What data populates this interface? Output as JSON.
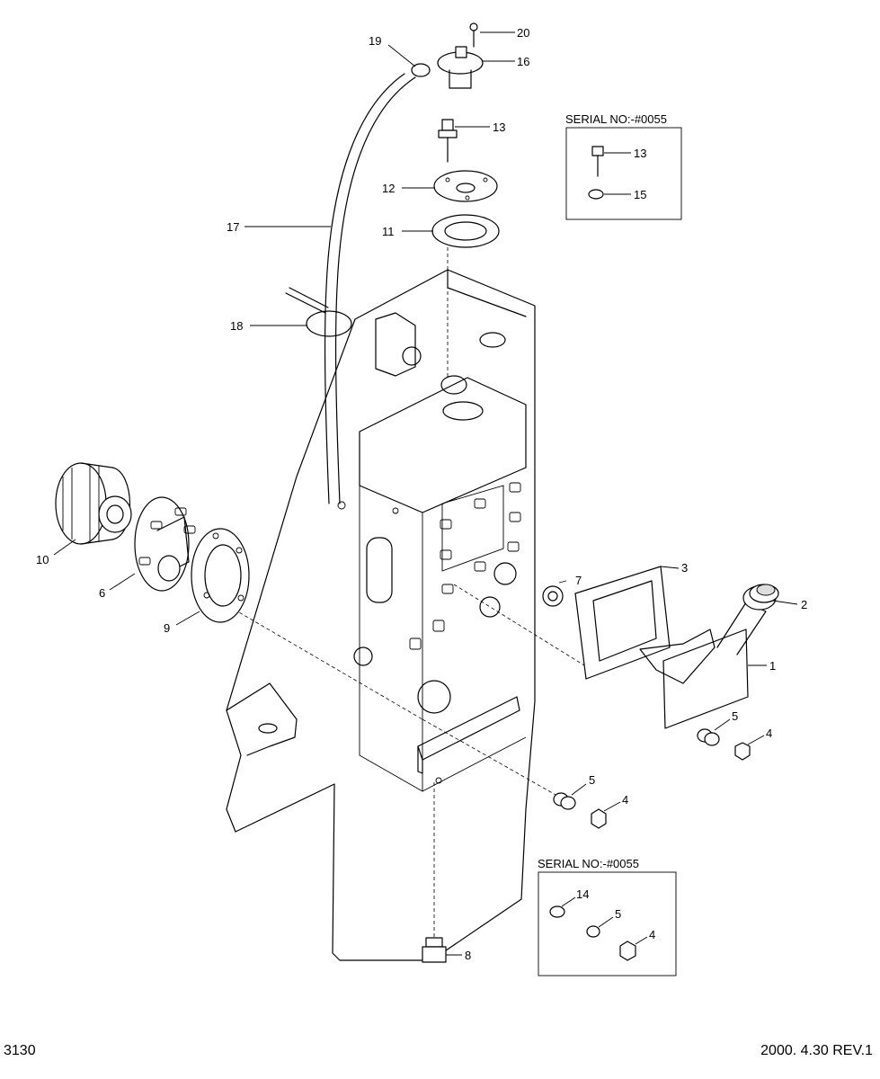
{
  "page": {
    "number": "3130",
    "revision": "2000. 4.30 REV.1"
  },
  "boxes": {
    "top": {
      "header": "SERIAL NO:-#0055",
      "callouts": [
        "13",
        "15"
      ]
    },
    "bottom": {
      "header": "SERIAL NO:-#0055",
      "callouts": [
        "14",
        "5",
        "4"
      ]
    }
  },
  "callouts": {
    "c1": "1",
    "c2": "2",
    "c3": "3",
    "c4a": "4",
    "c4b": "4",
    "c5a": "5",
    "c5b": "5",
    "c6": "6",
    "c7": "7",
    "c8": "8",
    "c9": "9",
    "c10": "10",
    "c11": "11",
    "c12": "12",
    "c13": "13",
    "c16": "16",
    "c17": "17",
    "c18": "18",
    "c19": "19",
    "c20": "20"
  }
}
